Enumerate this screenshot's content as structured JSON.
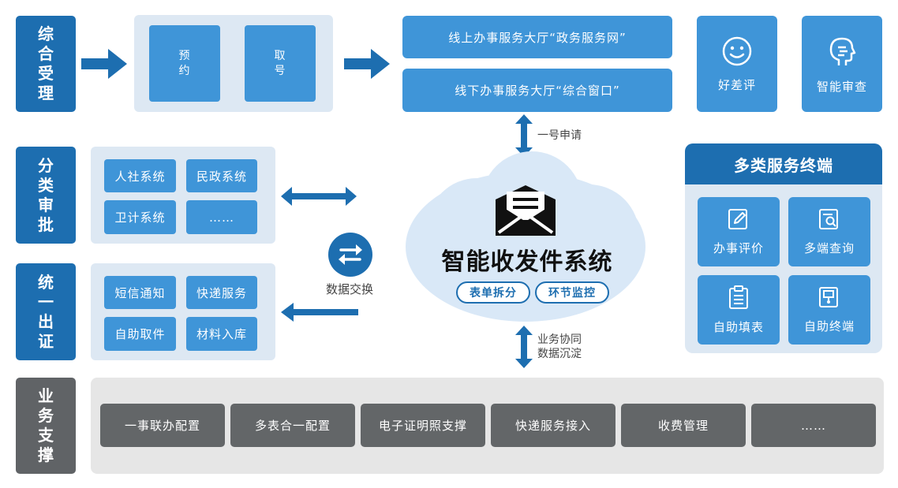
{
  "rows": {
    "intake": "综合受理",
    "approval": "分类审批",
    "certificate": "统一出证",
    "support": "业务支撑"
  },
  "intake": {
    "appointment": "预约",
    "ticket": "取号",
    "online_hall": "线上办事服务大厅“政务服务网”",
    "offline_hall": "线下办事服务大厅“综合窗口”",
    "rating": "好差评",
    "smart_review": "智能审查"
  },
  "approval_systems": [
    "人社系统",
    "民政系统",
    "卫计系统",
    "……"
  ],
  "certificate_items": [
    "短信通知",
    "快递服务",
    "自助取件",
    "材料入库"
  ],
  "hub": {
    "title": "智能收发件系统",
    "tag1": "表单拆分",
    "tag2": "环节监控",
    "apply_label": "一号申请",
    "exchange_label": "数据交换",
    "collab_label_1": "业务协同",
    "collab_label_2": "数据沉淀"
  },
  "terminals": {
    "title": "多类服务终端",
    "items": [
      "办事评价",
      "多端查询",
      "自助填表",
      "自助终端"
    ]
  },
  "support_items": [
    "一事联办配置",
    "多表合一配置",
    "电子证明照支撑",
    "快递服务接入",
    "收费管理",
    "……"
  ],
  "colors": {
    "primary_dark": "#1d6eb0",
    "primary": "#3f95d8",
    "panel_bg": "#dde8f3",
    "cloud_bg": "#d9e8f7",
    "support_gray": "#636668",
    "support_panel": "#e6e6e6"
  },
  "icons": [
    "right-arrow-icon",
    "smiley-icon",
    "speaking-head-icon",
    "double-arrow-icon",
    "envelope-icon",
    "exchange-icon",
    "pen-icon",
    "search-doc-icon",
    "clipboard-icon",
    "kiosk-icon"
  ]
}
